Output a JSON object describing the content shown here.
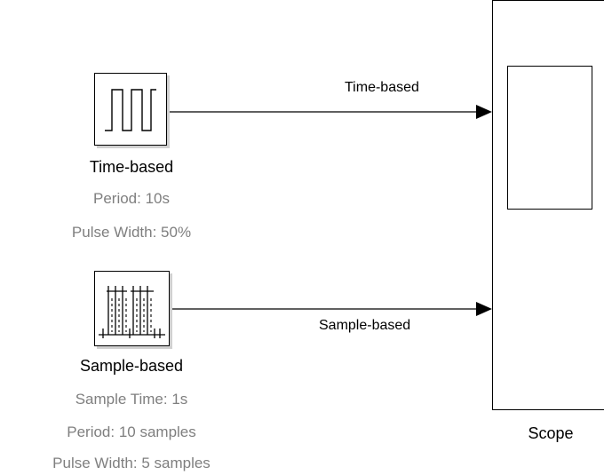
{
  "blocks": {
    "time_based": {
      "name": "Time-based",
      "params": [
        "Period: 10s",
        "Pulse Width: 50%"
      ]
    },
    "sample_based": {
      "name": "Sample-based",
      "params": [
        "Sample Time: 1s",
        "Period: 10 samples",
        "Pulse Width: 5 samples"
      ]
    },
    "scope": {
      "name": "Scope"
    }
  },
  "signals": {
    "time_based": "Time-based",
    "sample_based": "Sample-based"
  }
}
